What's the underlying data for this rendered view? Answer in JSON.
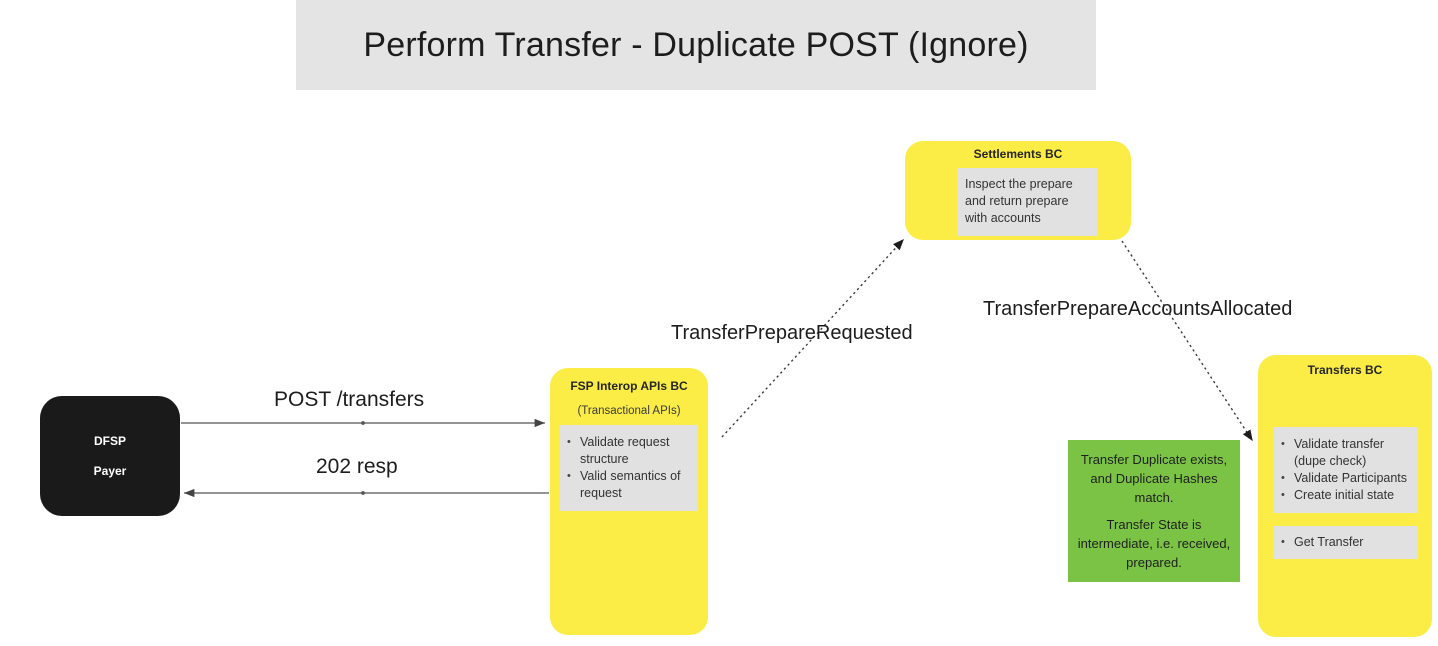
{
  "title": "Perform Transfer - Duplicate POST (Ignore)",
  "colors": {
    "banner_bg": "#E4E4E4",
    "node_yellow": "#FBED45",
    "node_green": "#7BC345",
    "node_black": "#1A1A1A",
    "panel_gray": "#E1E1E1",
    "connector": "#555555"
  },
  "nodes": {
    "dfsp": {
      "line1": "DFSP",
      "line2": "Payer"
    },
    "fsp_interop": {
      "title": "FSP Interop APIs BC",
      "subtitle": "(Transactional APIs)",
      "panel_items": [
        "Validate request structure",
        "Valid semantics of request"
      ]
    },
    "settlements": {
      "title": "Settlements BC",
      "panel_text": "Inspect the prepare and return prepare with accounts"
    },
    "transfers": {
      "title": "Transfers BC",
      "panel_primary_items": [
        "Validate transfer (dupe check)",
        "Validate Participants",
        "Create initial state"
      ],
      "panel_secondary_items": [
        "Get Transfer"
      ]
    },
    "duplicate_note": {
      "paragraph1": "Transfer Duplicate exists, and Duplicate Hashes match.",
      "paragraph2": "Transfer State is intermediate, i.e. received, prepared."
    }
  },
  "edges": [
    {
      "id": "post-transfers",
      "label": "POST /transfers",
      "style": "solid",
      "direction": "dfsp-to-fsp-interop"
    },
    {
      "id": "resp-202",
      "label": "202 resp",
      "style": "solid",
      "direction": "fsp-interop-to-dfsp"
    },
    {
      "id": "transfer-prepare-requested",
      "label": "TransferPrepareRequested",
      "style": "dotted",
      "direction": "fsp-interop-to-settlements"
    },
    {
      "id": "transfer-prepare-accounts-allocated",
      "label": "TransferPrepareAccountsAllocated",
      "style": "dotted",
      "direction": "settlements-to-transfers"
    }
  ]
}
